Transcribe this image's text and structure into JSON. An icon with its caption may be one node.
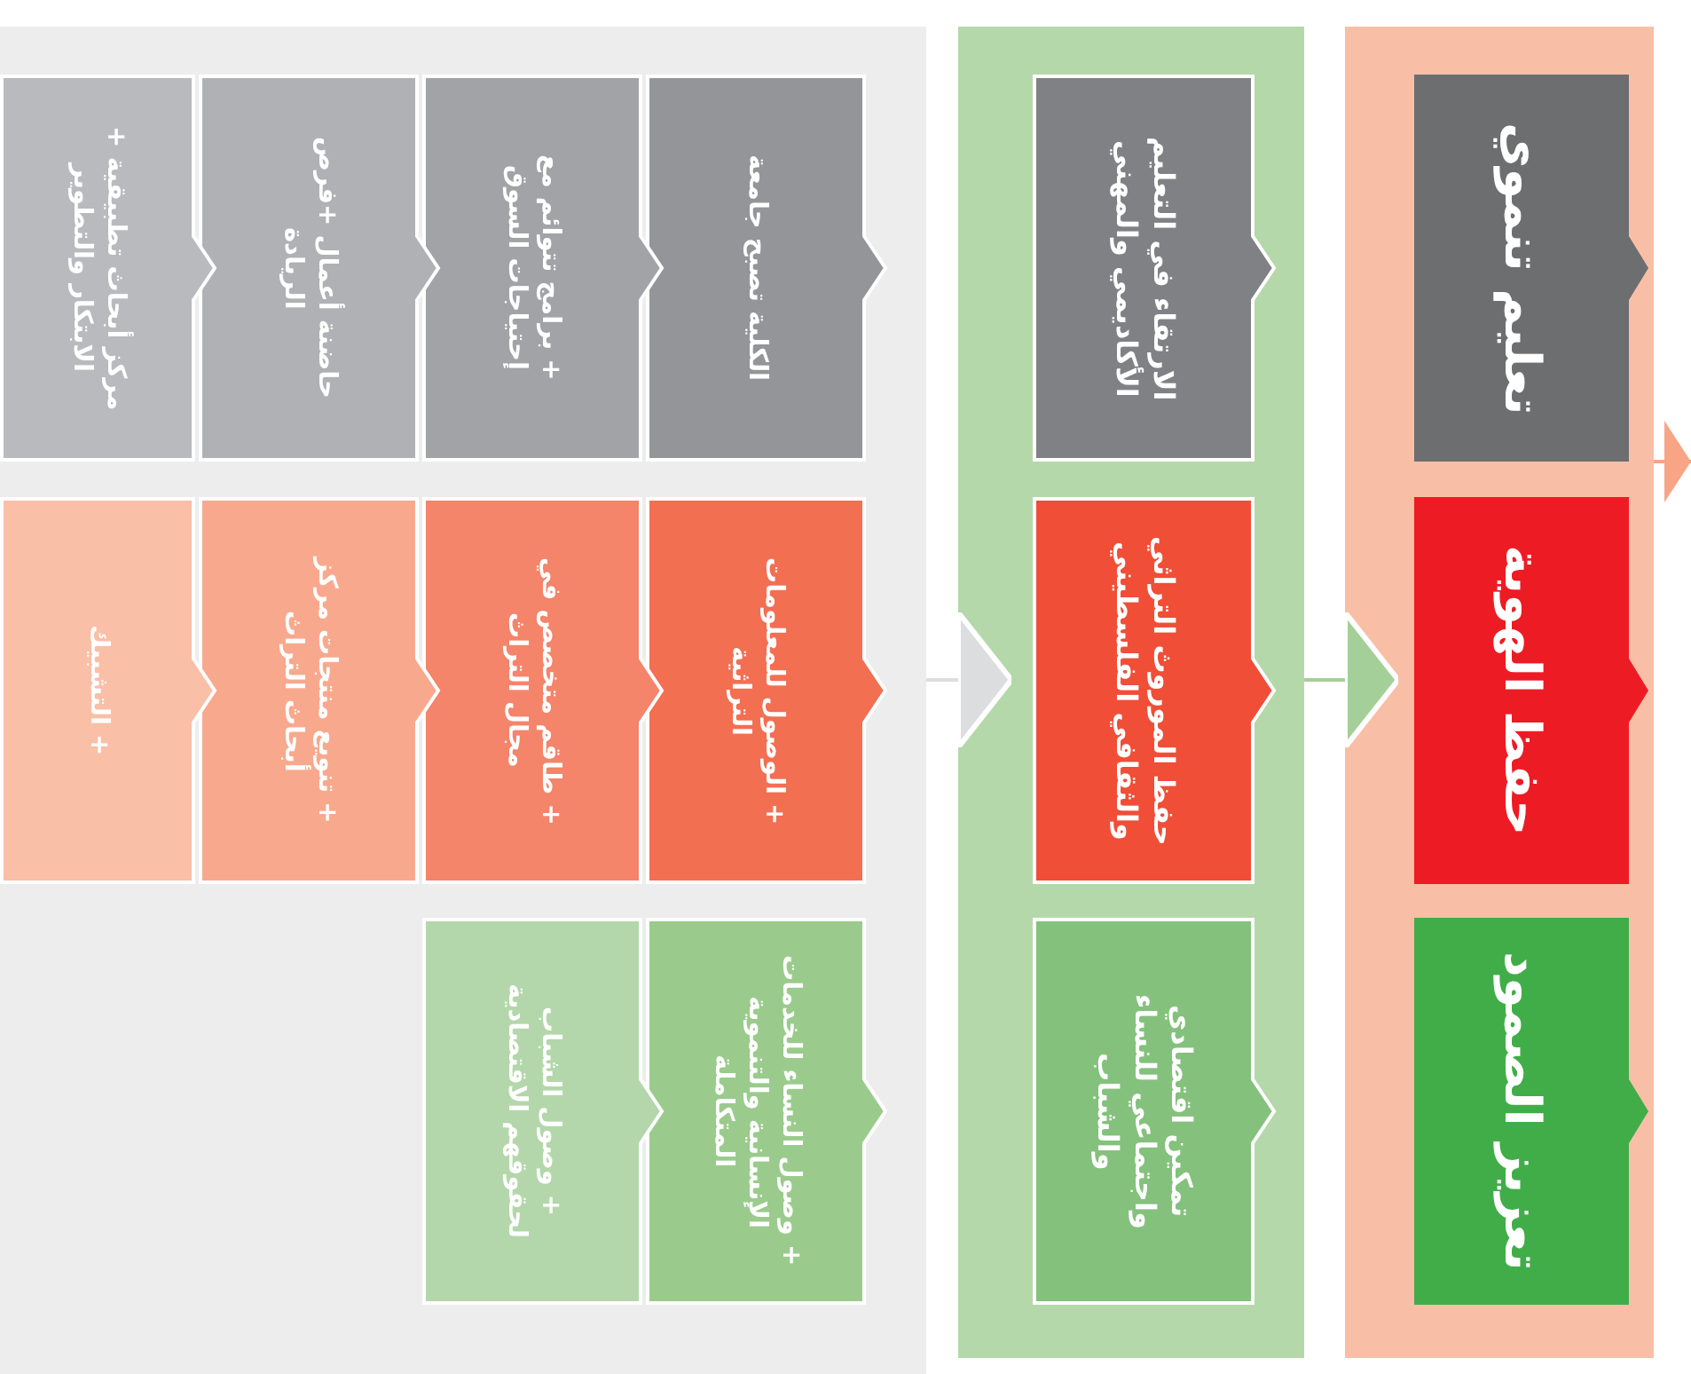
{
  "diagram": {
    "nodes": [
      {
        "text": [],
        "shape": "box"
      },
      {
        "text": [
          "تعليم تنموي"
        ],
        "in": 0
      },
      {
        "text": [
          "حفظ الهوية"
        ],
        "in": 0
      },
      {
        "text": [
          "تعزيز الصمود"
        ],
        "in": 0
      },
      {
        "text": [],
        "shape": "box"
      },
      {
        "text": [
          "الارتقاء في التعليم الأكاديمي والمهني"
        ],
        "in": 4
      },
      {
        "text": [
          "حفظ الموروث التراثي والثقافي الفلسطيني"
        ],
        "in": 4
      },
      {
        "text": [
          "تمكين اقتصادي واجتماعي للنساء والشباب"
        ],
        "in": 4
      },
      {
        "text": [],
        "shape": "box"
      },
      {
        "text": [
          "الكلية تصبح جامعة"
        ],
        "in": 8
      },
      {
        "text": [
          "+ برامج تتوائم مع إحتياجات السوق"
        ],
        "in": 8
      },
      {
        "text": [
          "حاضنة أعمال +فرص الريادة"
        ],
        "in": 8
      },
      {
        "text": [
          "مركز أبحاث تطبيقية + الابتكار والتطوير"
        ],
        "in": 8
      },
      {
        "text": [
          "+ الوصول للمعلومات التراثية"
        ],
        "in": 8
      },
      {
        "text": [
          "+ طاقم متخصص في مجال التراث"
        ],
        "in": 8
      },
      {
        "text": [
          "+ تنويع منتجات مركز أبحاث التراث"
        ],
        "in": 8
      },
      {
        "text": [
          "+ التشبيك"
        ],
        "in": 8
      },
      {
        "text": [
          "+ وصول النساء للخدمات الإنسانية والتنموية المتكاملة"
        ],
        "in": 8
      },
      {
        "text": [
          "+ وصول الشباب لحقوقهم الاقتصادية"
        ],
        "in": 8
      }
    ],
    "edges": [
      {
        "from": 8,
        "to": 4,
        "arrow": "to"
      },
      {
        "from": 4,
        "to": 0,
        "arrow": "to"
      },
      {
        "from": 0,
        "to": null,
        "arrow": "to"
      }
    ]
  }
}
